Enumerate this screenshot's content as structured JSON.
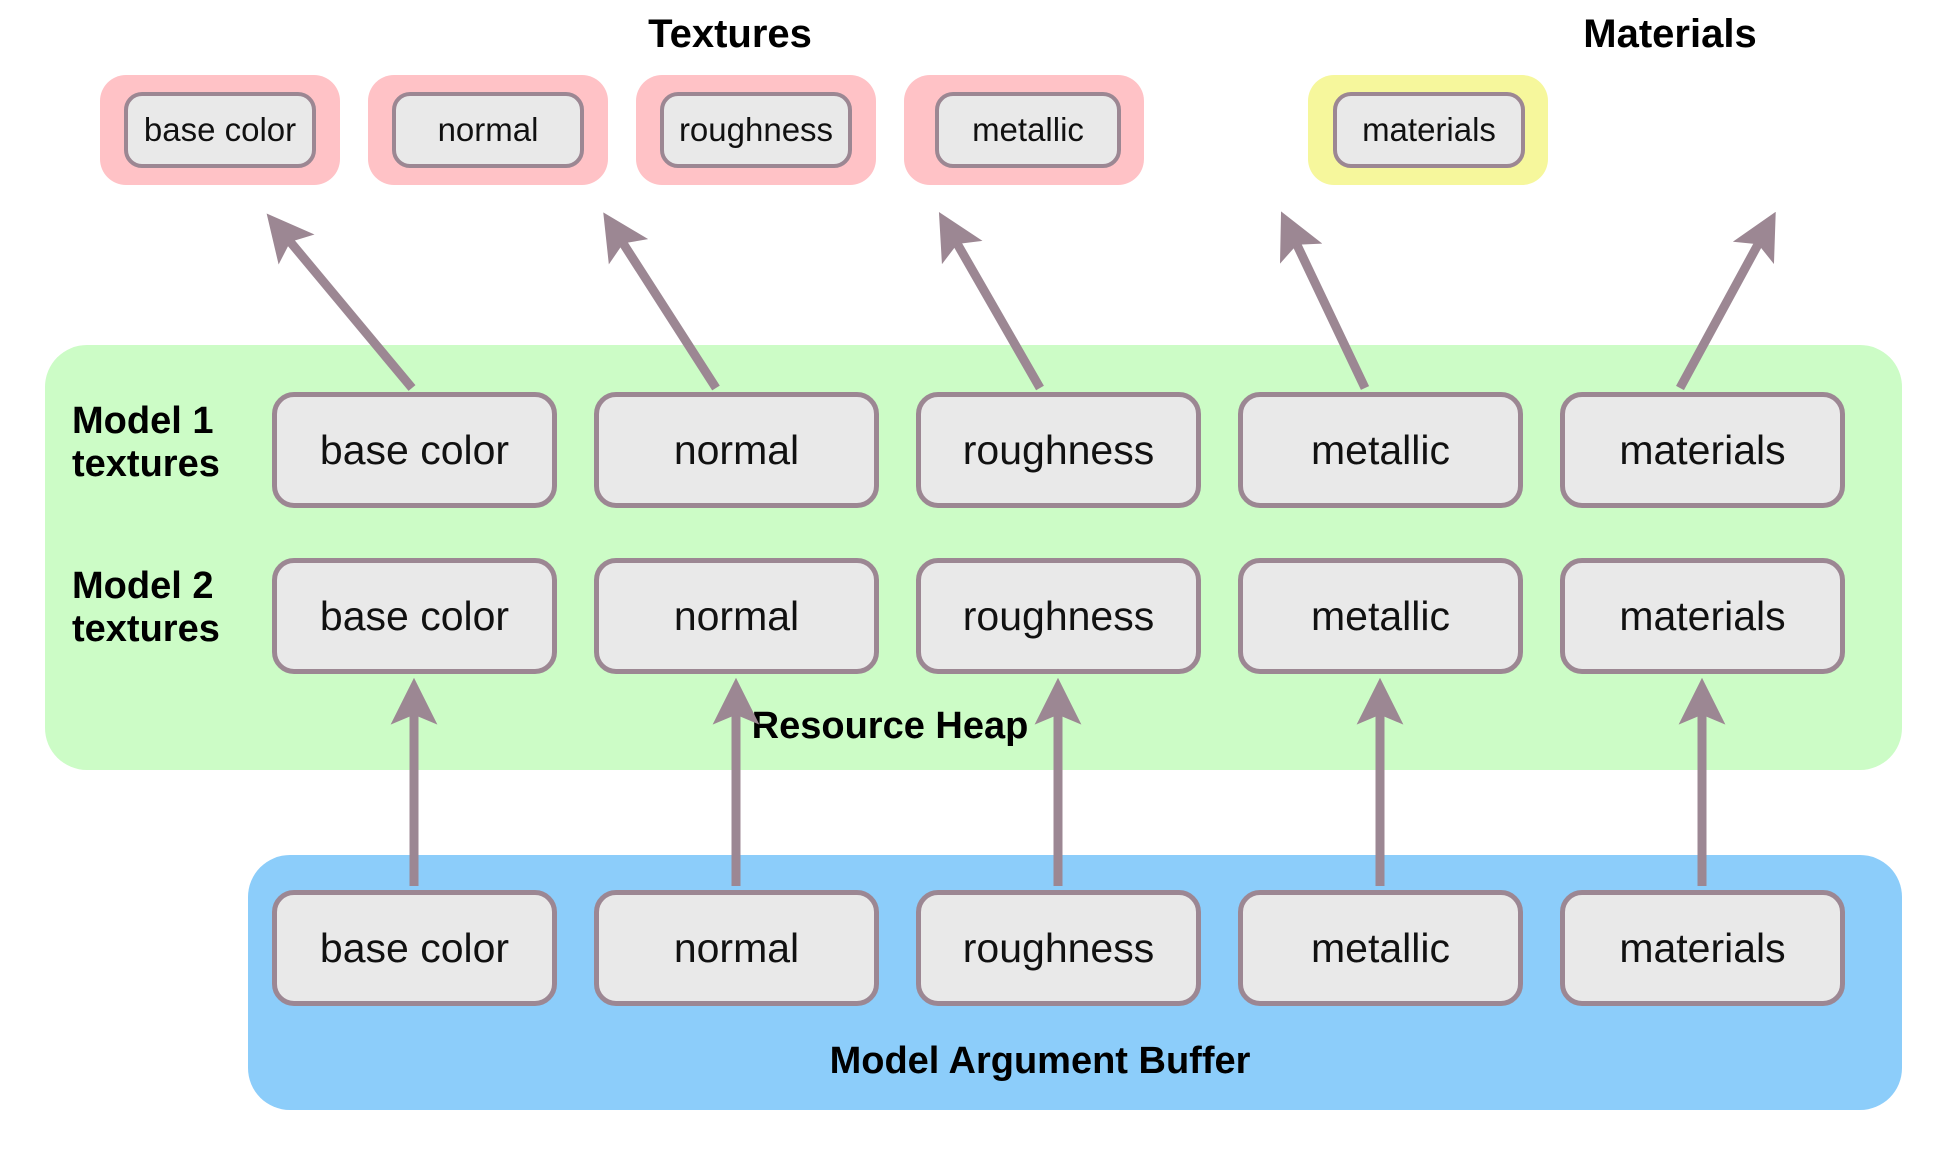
{
  "diagram": {
    "title_textures": "Textures",
    "title_materials": "Materials",
    "heap_label": "Resource Heap",
    "buffer_label": "Model Argument Buffer",
    "row_labels": [
      "Model 1\ntextures",
      "Model 2\ntextures"
    ],
    "colors": {
      "texture_highlight": "#FFC2C6",
      "material_highlight": "#F6F79C",
      "resource_heap": "#CCFCC6",
      "argument_buffer": "#8CCDFA",
      "node_fill": "#E9E9E9",
      "node_border": "#9C8793",
      "arrow": "#9C8793",
      "text": "#000000"
    },
    "top_row": {
      "group": "Textures",
      "items": [
        {
          "label": "base color",
          "highlight": "texture"
        },
        {
          "label": "normal",
          "highlight": "texture"
        },
        {
          "label": "roughness",
          "highlight": "texture"
        },
        {
          "label": "metallic",
          "highlight": "texture"
        }
      ],
      "materials_item": {
        "label": "materials",
        "highlight": "material"
      }
    },
    "heap": {
      "label": "Resource Heap",
      "rows": [
        {
          "name": "Model 1 textures",
          "cells": [
            "base color",
            "normal",
            "roughness",
            "metallic",
            "materials"
          ]
        },
        {
          "name": "Model 2 textures",
          "cells": [
            "base color",
            "normal",
            "roughness",
            "metallic",
            "materials"
          ]
        }
      ]
    },
    "buffer": {
      "label": "Model Argument Buffer",
      "cells": [
        "base color",
        "normal",
        "roughness",
        "metallic",
        "materials"
      ]
    },
    "edges": [
      {
        "from": "heap.row1.base color",
        "to": "top.base color",
        "style": "diagonal"
      },
      {
        "from": "heap.row1.normal",
        "to": "top.normal",
        "style": "diagonal"
      },
      {
        "from": "heap.row1.roughness",
        "to": "top.roughness",
        "style": "diagonal"
      },
      {
        "from": "heap.row1.metallic",
        "to": "top.metallic",
        "style": "diagonal"
      },
      {
        "from": "heap.row1.materials",
        "to": "top.materials",
        "style": "diagonal"
      },
      {
        "from": "buffer.base color",
        "to": "heap.row2.base color",
        "style": "vertical"
      },
      {
        "from": "buffer.normal",
        "to": "heap.row2.normal",
        "style": "vertical"
      },
      {
        "from": "buffer.roughness",
        "to": "heap.row2.roughness",
        "style": "vertical"
      },
      {
        "from": "buffer.metallic",
        "to": "heap.row2.metallic",
        "style": "vertical"
      },
      {
        "from": "buffer.materials",
        "to": "heap.row2.materials",
        "style": "vertical"
      }
    ]
  }
}
